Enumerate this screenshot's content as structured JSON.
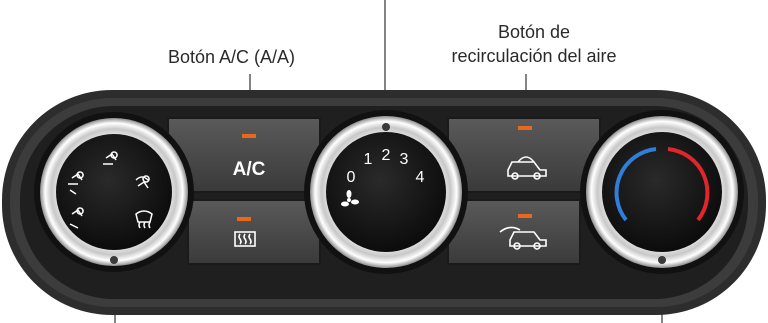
{
  "callouts": {
    "ac_button": "Botón A/C (A/A)",
    "recirc_line1": "Botón de",
    "recirc_line2": "recirculación del aire"
  },
  "ac_button": {
    "label": "A/C",
    "indicator_color": "#e8691c"
  },
  "fan_dial": {
    "scale": [
      "0",
      "1",
      "2",
      "3",
      "4"
    ],
    "icon": "fan-icon"
  },
  "mode_dial": {
    "icons": [
      "face-vent-icon",
      "face-feet-icon",
      "feet-icon",
      "feet-defrost-icon",
      "windshield-defrost-icon"
    ]
  },
  "rear_defrost_button": {
    "icon": "rear-defrost-icon",
    "indicator_color": "#e8691c"
  },
  "recirc_button": {
    "icon": "recirculation-icon",
    "indicator_color": "#e8691c"
  },
  "fresh_air_button": {
    "icon": "fresh-air-icon",
    "indicator_color": "#e8691c"
  },
  "temp_dial": {
    "cold_color": "#2f7ed8",
    "hot_color": "#e0262b"
  }
}
